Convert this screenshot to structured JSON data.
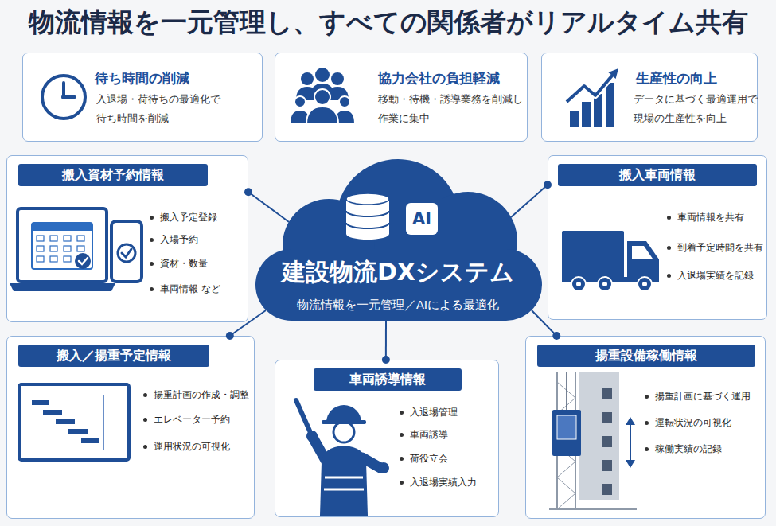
{
  "diagram": {
    "title": "物流情報を一元管理し、すべての関係者がリアルタイム共有",
    "nodes": [
      {
        "text": [
          "待ち時間の削減",
          "入退場・荷待ちの最適化で 待ち時間を削減"
        ]
      },
      {
        "text": [
          "協力会社の負担軽減",
          "移動・待機・誘導業務を削減し 作業に集中"
        ]
      },
      {
        "text": [
          "生産性の向上",
          "データに基づく最適運用で 現場の生産性を向上"
        ]
      },
      {
        "text": [
          "搬入資材予約情報",
          "搬入予定登録",
          "入場予約",
          "資材・数量",
          "車両情報 など"
        ]
      },
      {
        "text": [
          "建設物流DXシステム",
          "物流情報を一元管理／AIによる最適化"
        ]
      },
      {
        "text": [
          "AI"
        ],
        "in": 4
      },
      {
        "text": [
          "搬入車両情報",
          "車両情報を共有",
          "到着予定時間を共有",
          "入退場実績を記録"
        ]
      },
      {
        "text": [
          "搬入／揚重予定情報",
          "揚重計画の作成・調整",
          "エレベーター予約",
          "運用状況の可視化"
        ]
      },
      {
        "text": [
          "車両誘導情報",
          "入退場管理",
          "車両誘導",
          "荷役立会",
          "入退場実績入力"
        ]
      },
      {
        "text": [
          "揚重設備稼働情報",
          "揚重計画に基づく運用",
          "運転状況の可視化",
          "稼働実績の記録"
        ]
      }
    ],
    "edges": [
      {
        "from": 4,
        "to": 3,
        "arrow": "none"
      },
      {
        "from": 4,
        "to": 6,
        "arrow": "none"
      },
      {
        "from": 4,
        "to": 7,
        "arrow": "none"
      },
      {
        "from": 4,
        "to": 8,
        "arrow": "none"
      },
      {
        "from": 4,
        "to": 9,
        "arrow": "none"
      }
    ]
  }
}
